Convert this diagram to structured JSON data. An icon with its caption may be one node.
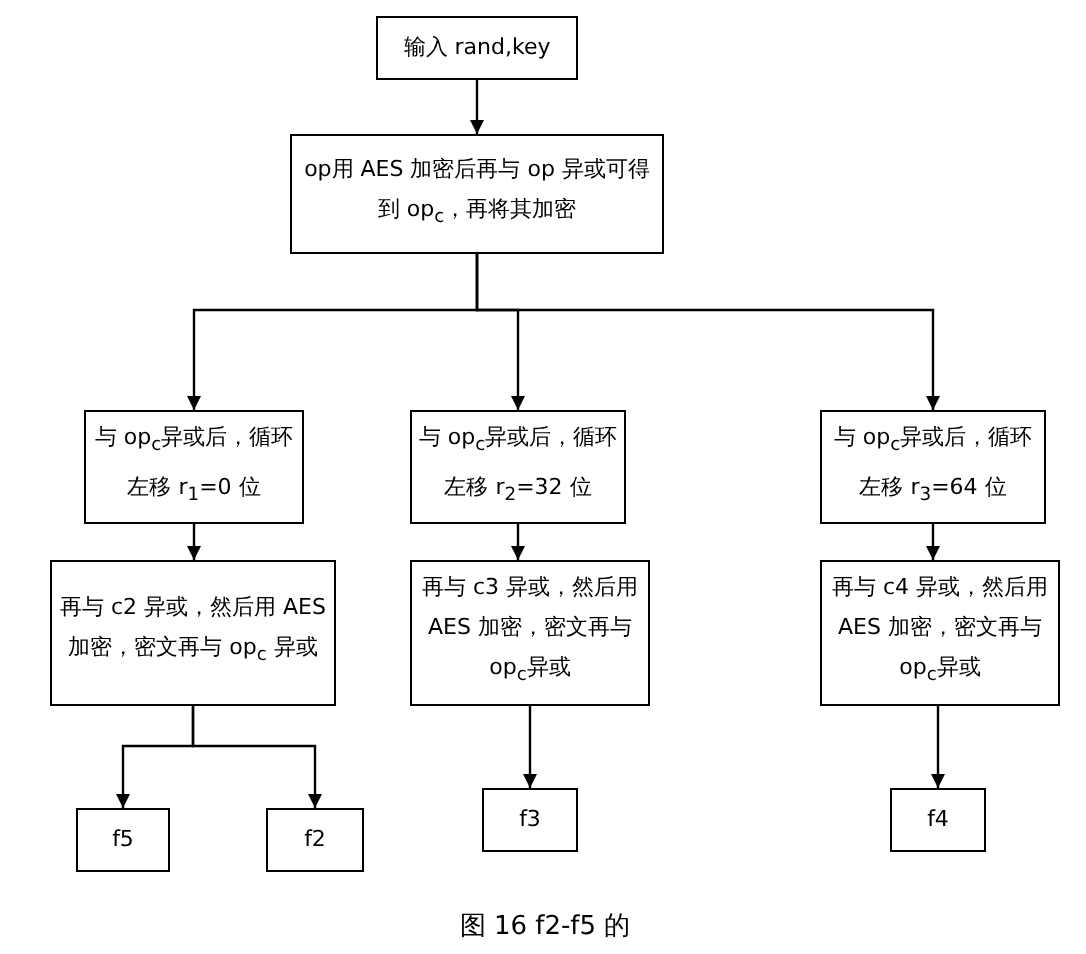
{
  "diagram": {
    "caption": "图 16 f2-f5 的",
    "nodes": [
      {
        "text": [
          "输入 rand,key"
        ]
      },
      {
        "text": [
          "op用 AES 加密后再与 op 异或可得到 op$_{c}$，再将其加密"
        ]
      },
      {
        "text": [
          "与 op$_{c}$异或后，循环左移 r$_{1}$=0 位"
        ]
      },
      {
        "text": [
          "与 op$_{c}$异或后，循环左移 r$_{2}$=32 位"
        ]
      },
      {
        "text": [
          "与 op$_{c}$异或后，循环左移 r$_{3}$=64 位"
        ]
      },
      {
        "text": [
          "再与 c2 异或，然后用 AES 加密，密文再与 op$_{c}$ 异或"
        ]
      },
      {
        "text": [
          "再与 c3 异或，然后用 AES 加密，密文再与 op$_{c}$异或"
        ]
      },
      {
        "text": [
          "再与 c4 异或，然后用 AES 加密，密文再与 op$_{c}$异或"
        ]
      },
      {
        "text": [
          "f5"
        ]
      },
      {
        "text": [
          "f2"
        ]
      },
      {
        "text": [
          "f3"
        ]
      },
      {
        "text": [
          "f4"
        ]
      }
    ],
    "edges": [
      {
        "from": 0,
        "to": 1,
        "arrow": "to"
      },
      {
        "from": 1,
        "to": 2,
        "arrow": "to"
      },
      {
        "from": 1,
        "to": 3,
        "arrow": "to"
      },
      {
        "from": 1,
        "to": 4,
        "arrow": "to"
      },
      {
        "from": 2,
        "to": 5,
        "arrow": "to"
      },
      {
        "from": 3,
        "to": 6,
        "arrow": "to"
      },
      {
        "from": 4,
        "to": 7,
        "arrow": "to"
      },
      {
        "from": 5,
        "to": 8,
        "arrow": "to"
      },
      {
        "from": 5,
        "to": 9,
        "arrow": "to"
      },
      {
        "from": 6,
        "to": 10,
        "arrow": "to"
      },
      {
        "from": 7,
        "to": 11,
        "arrow": "to"
      }
    ]
  }
}
